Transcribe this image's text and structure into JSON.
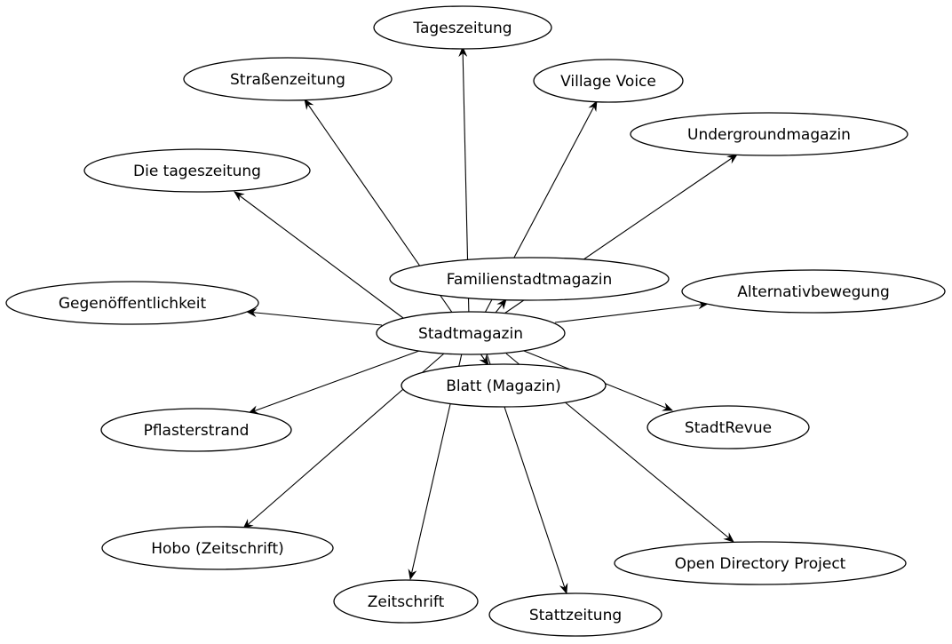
{
  "graph": {
    "center": {
      "id": "stadtmagazin",
      "label": "Stadtmagazin"
    },
    "nodes": [
      {
        "id": "tageszeitung",
        "label": "Tageszeitung"
      },
      {
        "id": "strassenzeitung",
        "label": "Straßenzeitung"
      },
      {
        "id": "village-voice",
        "label": "Village Voice"
      },
      {
        "id": "undergroundmagazin",
        "label": "Undergroundmagazin"
      },
      {
        "id": "die-tageszeitung",
        "label": "Die tageszeitung"
      },
      {
        "id": "familienstadtmagazin",
        "label": "Familienstadtmagazin"
      },
      {
        "id": "alternativbewegung",
        "label": "Alternativbewegung"
      },
      {
        "id": "gegenoeffentlichkeit",
        "label": "Gegenöffentlichkeit"
      },
      {
        "id": "blatt-magazin",
        "label": "Blatt (Magazin)"
      },
      {
        "id": "pflasterstrand",
        "label": "Pflasterstrand"
      },
      {
        "id": "stadtrevue",
        "label": "StadtRevue"
      },
      {
        "id": "hobo-zeitschrift",
        "label": "Hobo (Zeitschrift)"
      },
      {
        "id": "open-directory-project",
        "label": "Open Directory Project"
      },
      {
        "id": "zeitschrift",
        "label": "Zeitschrift"
      },
      {
        "id": "stattzeitung",
        "label": "Stattzeitung"
      }
    ],
    "edges": [
      {
        "from": "stadtmagazin",
        "to": "tageszeitung"
      },
      {
        "from": "stadtmagazin",
        "to": "strassenzeitung"
      },
      {
        "from": "stadtmagazin",
        "to": "village-voice"
      },
      {
        "from": "stadtmagazin",
        "to": "undergroundmagazin"
      },
      {
        "from": "stadtmagazin",
        "to": "die-tageszeitung"
      },
      {
        "from": "stadtmagazin",
        "to": "familienstadtmagazin"
      },
      {
        "from": "stadtmagazin",
        "to": "alternativbewegung"
      },
      {
        "from": "stadtmagazin",
        "to": "gegenoeffentlichkeit"
      },
      {
        "from": "stadtmagazin",
        "to": "blatt-magazin"
      },
      {
        "from": "stadtmagazin",
        "to": "pflasterstrand"
      },
      {
        "from": "stadtmagazin",
        "to": "stadtrevue"
      },
      {
        "from": "stadtmagazin",
        "to": "hobo-zeitschrift"
      },
      {
        "from": "stadtmagazin",
        "to": "open-directory-project"
      },
      {
        "from": "stadtmagazin",
        "to": "zeitschrift"
      },
      {
        "from": "stadtmagazin",
        "to": "stattzeitung"
      }
    ]
  }
}
